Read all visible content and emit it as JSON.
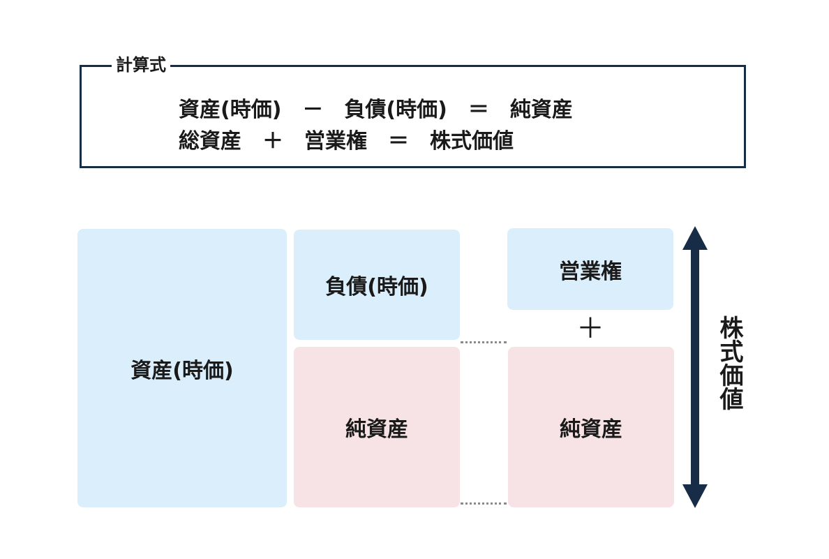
{
  "formula": {
    "title": "計算式",
    "line1": "資産(時価)　－　負債(時価)　＝　純資産",
    "line2": "総資産　＋　営業権　＝　株式価値"
  },
  "diagram": {
    "assets_label": "資産(時価)",
    "liabilities_label": "負債(時価)",
    "net_assets_left_label": "純資産",
    "goodwill_label": "営業権",
    "plus_symbol": "＋",
    "net_assets_right_label": "純資産",
    "equity_value_label": "株式価値",
    "colors": {
      "blue_block": "#dbeefc",
      "pink_block": "#f7e3e6",
      "navy": "#172d47"
    }
  }
}
